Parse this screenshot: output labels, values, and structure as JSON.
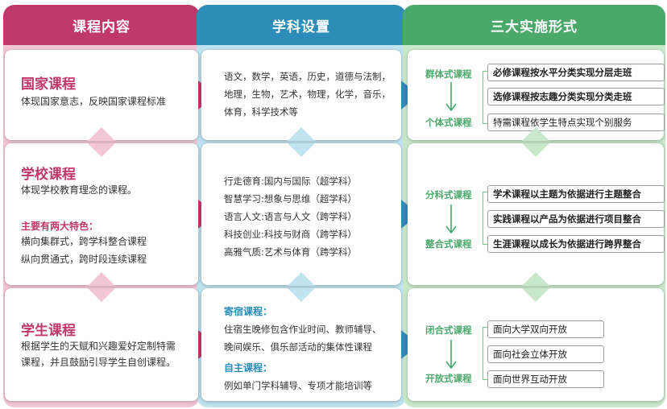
{
  "colors": {
    "pink": "#c0376a",
    "pink_bg": "#f2c6d4",
    "blue": "#2b8db8",
    "blue_bg": "#bfe3ef",
    "green": "#4aa86a",
    "green_bg": "#c8e8cc"
  },
  "headers": {
    "col1": "课程内容",
    "col2": "学科设置",
    "col3": "三大实施形式"
  },
  "national": {
    "title": "国家课程",
    "desc": "体现国家意志，反映国家课程标准",
    "subjects": [
      "语文，数学，英语，历史，道德与法制，",
      "地理，生物，艺术，物理，化学，音乐，",
      "体育，科学技术等"
    ],
    "form_top": "群体式课程",
    "form_bottom": "个体式课程",
    "items": [
      "必修课程按水平分类实现分层走班",
      "选修课程按志趣分类实现分类走班",
      "特需课程依学生特点实现个别服务"
    ]
  },
  "school": {
    "title": "学校课程",
    "desc": "体现学校教育理念的课程。",
    "features_title": "主要有两大特色：",
    "features": [
      "横向集群式，跨学科整合课程",
      "纵向贯通式，跨时段连续课程"
    ],
    "subjects": [
      "行走德育:国内与国际（超学科）",
      "智慧学习:想象与思维（超学科）",
      "语言人文:语言与人文（跨学科）",
      "科技创业:科技与财商（跨学科）",
      "高雅气质:艺术与体育（跨学科）"
    ],
    "form_top": "分科式课程",
    "form_bottom": "整合式课程",
    "items": [
      "学术课程以主题为依据进行主题整合",
      "实践课程以产品为依据进行项目整合",
      "生涯课程以成长为依据进行跨界整合"
    ]
  },
  "student": {
    "title": "学生课程",
    "desc": [
      "根据学生的天赋和兴趣爱好定制特需",
      "课程，并且鼓励引导学生自创课程。"
    ],
    "boarding_title": "寄宿课程：",
    "boarding": [
      "住宿生晚修包含作业时间、教师辅导、",
      "晚间娱乐、俱乐部活动的集体性课程"
    ],
    "self_title": "自主课程：",
    "self": "例如单门学科辅导、专项才能培训等",
    "form_top": "闭合式课程",
    "form_bottom": "开放式课程",
    "items": [
      "面向大学双向开放",
      "面向社会立体开放",
      "面向世界互动开放"
    ]
  }
}
